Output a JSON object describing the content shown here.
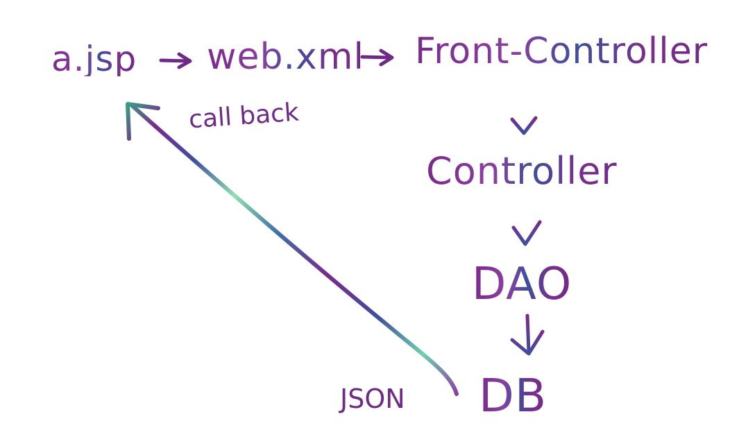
{
  "nodes": {
    "a_jsp": "a.jsp",
    "web_xml": "web.xml",
    "front_controller": "Front-Controller",
    "controller": "Controller",
    "dao": "DAO",
    "db": "DB"
  },
  "labels": {
    "call_back": "call back",
    "json": "JSON"
  },
  "colors": {
    "ink_purple": "#6e2a86",
    "ink_blue": "#3d4f9e",
    "ink_green": "#3a9e86",
    "ink_cyan": "#5fc8c0"
  }
}
